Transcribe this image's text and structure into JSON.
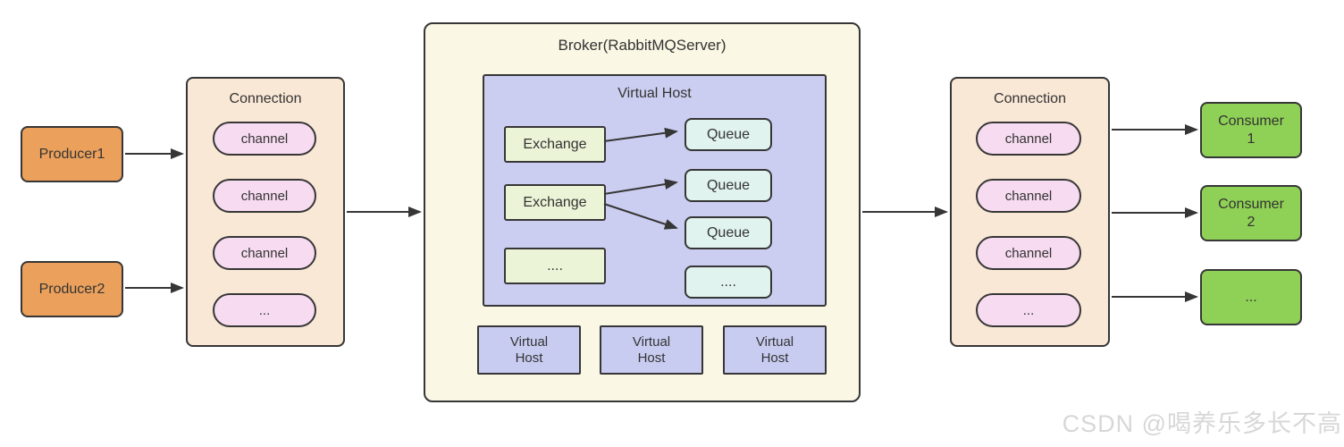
{
  "diagram": {
    "producers": [
      {
        "label": "Producer1"
      },
      {
        "label": "Producer2"
      }
    ],
    "connection_left": {
      "title": "Connection",
      "channels": [
        "channel",
        "channel",
        "channel",
        "..."
      ]
    },
    "broker": {
      "title": "Broker(RabbitMQServer)",
      "virtual_host": {
        "title": "Virtual Host",
        "exchanges": [
          "Exchange",
          "Exchange",
          "...."
        ],
        "queues": [
          "Queue",
          "Queue",
          "Queue",
          "...."
        ]
      },
      "virtual_hosts_small": [
        "Virtual\nHost",
        "Virtual\nHost",
        "Virtual\nHost"
      ]
    },
    "connection_right": {
      "title": "Connection",
      "channels": [
        "channel",
        "channel",
        "channel",
        "..."
      ]
    },
    "consumers": [
      {
        "label": "Consumer\n1"
      },
      {
        "label": "Consumer\n2"
      },
      {
        "label": "..."
      }
    ],
    "watermark": "CSDN @喝养乐多长不高",
    "colors": {
      "producer_fill": "#EBA15C",
      "consumer_fill": "#8FD156",
      "connection_fill": "#FAE8D6",
      "channel_fill": "#F7DBF0",
      "broker_fill": "#FAF7E4",
      "virtual_host_fill": "#CCCEF1",
      "exchange_fill": "#EBF4D7",
      "queue_fill": "#E0F3EE",
      "ink": "#363636",
      "watermark_gray": "#D7D7D7"
    }
  }
}
